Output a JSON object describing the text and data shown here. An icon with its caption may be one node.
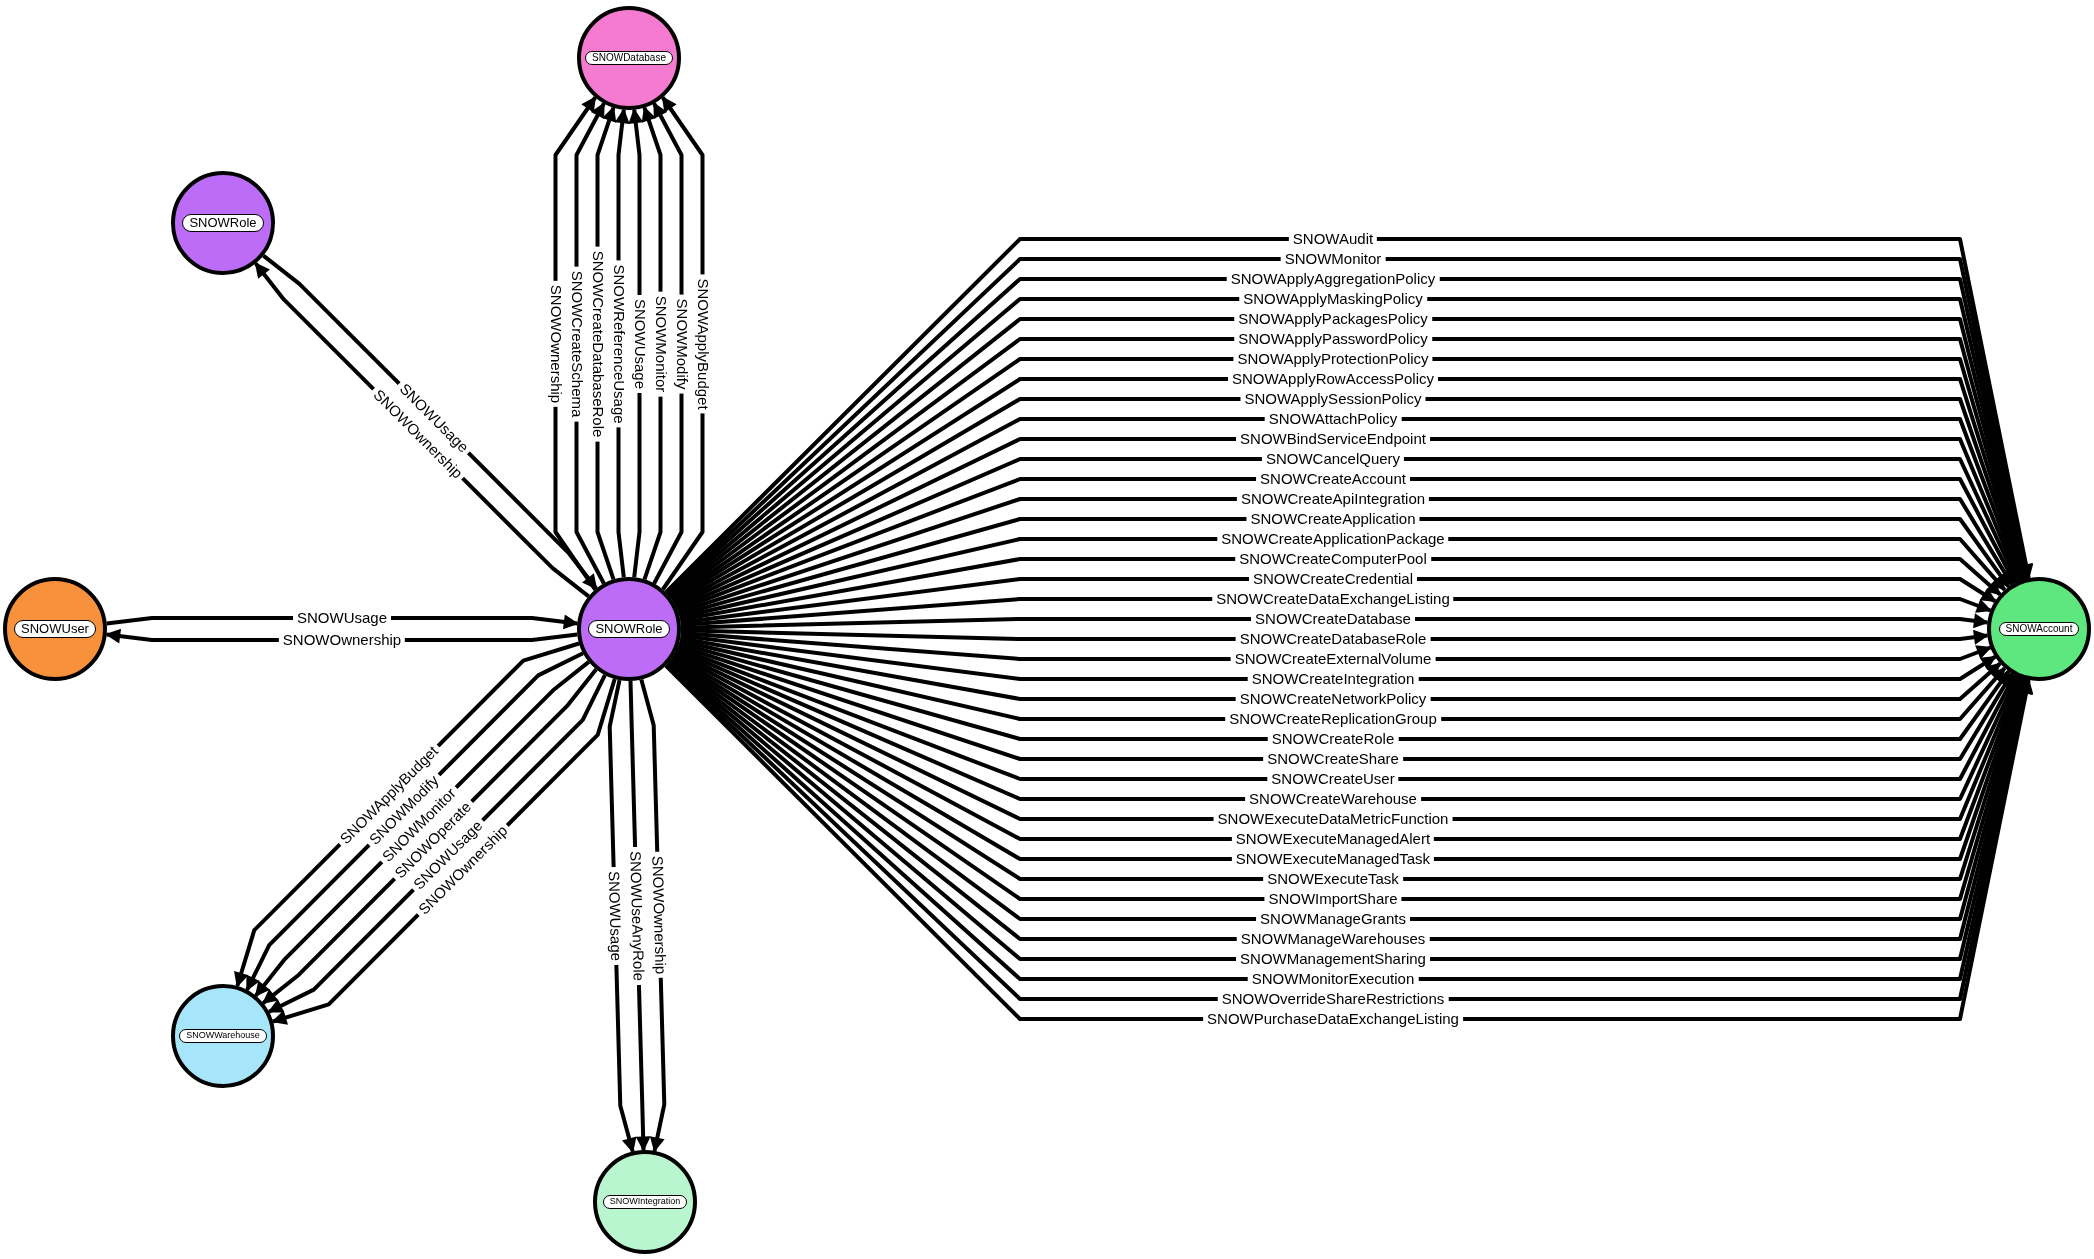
{
  "diagram": {
    "nodes": [
      {
        "text": [
          "SNOWDatabase"
        ]
      },
      {
        "text": [
          "SNOWRole"
        ]
      },
      {
        "text": [
          "SNOWUser"
        ]
      },
      {
        "text": [
          "SNOWRole"
        ]
      },
      {
        "text": [
          "SNOWAccount"
        ]
      },
      {
        "text": [
          "SNOWWarehouse"
        ]
      },
      {
        "text": [
          "SNOWIntegration"
        ]
      }
    ],
    "edges": [
      {
        "from": 1,
        "to": 3,
        "arrow": "to",
        "label": "SNOWUsage"
      },
      {
        "from": 3,
        "to": 1,
        "arrow": "to",
        "label": "SNOWOwnership"
      },
      {
        "from": 3,
        "to": 0,
        "arrow": "to",
        "label": "SNOWOwnership"
      },
      {
        "from": 3,
        "to": 0,
        "arrow": "to",
        "label": "SNOWCreateSchema"
      },
      {
        "from": 3,
        "to": 0,
        "arrow": "to",
        "label": "SNOWCreateDatabaseRole"
      },
      {
        "from": 3,
        "to": 0,
        "arrow": "to",
        "label": "SNOWReferenceUsage"
      },
      {
        "from": 3,
        "to": 0,
        "arrow": "to",
        "label": "SNOWUsage"
      },
      {
        "from": 3,
        "to": 0,
        "arrow": "to",
        "label": "SNOWMonitor"
      },
      {
        "from": 3,
        "to": 0,
        "arrow": "to",
        "label": "SNOWModify"
      },
      {
        "from": 3,
        "to": 0,
        "arrow": "to",
        "label": "SNOWApplyBudget"
      },
      {
        "from": 2,
        "to": 3,
        "arrow": "to",
        "label": "SNOWUsage"
      },
      {
        "from": 3,
        "to": 2,
        "arrow": "to",
        "label": "SNOWOwnership"
      },
      {
        "from": 3,
        "to": 4,
        "arrow": "to",
        "label": "SNOWAudit"
      },
      {
        "from": 3,
        "to": 4,
        "arrow": "to",
        "label": "SNOWMonitor"
      },
      {
        "from": 3,
        "to": 4,
        "arrow": "to",
        "label": "SNOWApplyAggregationPolicy"
      },
      {
        "from": 3,
        "to": 4,
        "arrow": "to",
        "label": "SNOWApplyMaskingPolicy"
      },
      {
        "from": 3,
        "to": 4,
        "arrow": "to",
        "label": "SNOWApplyPackagesPolicy"
      },
      {
        "from": 3,
        "to": 4,
        "arrow": "to",
        "label": "SNOWApplyPasswordPolicy"
      },
      {
        "from": 3,
        "to": 4,
        "arrow": "to",
        "label": "SNOWApplyProtectionPolicy"
      },
      {
        "from": 3,
        "to": 4,
        "arrow": "to",
        "label": "SNOWApplyRowAccessPolicy"
      },
      {
        "from": 3,
        "to": 4,
        "arrow": "to",
        "label": "SNOWApplySessionPolicy"
      },
      {
        "from": 3,
        "to": 4,
        "arrow": "to",
        "label": "SNOWAttachPolicy"
      },
      {
        "from": 3,
        "to": 4,
        "arrow": "to",
        "label": "SNOWBindServiceEndpoint"
      },
      {
        "from": 3,
        "to": 4,
        "arrow": "to",
        "label": "SNOWCancelQuery"
      },
      {
        "from": 3,
        "to": 4,
        "arrow": "to",
        "label": "SNOWCreateAccount"
      },
      {
        "from": 3,
        "to": 4,
        "arrow": "to",
        "label": "SNOWCreateApiIntegration"
      },
      {
        "from": 3,
        "to": 4,
        "arrow": "to",
        "label": "SNOWCreateApplication"
      },
      {
        "from": 3,
        "to": 4,
        "arrow": "to",
        "label": "SNOWCreateApplicationPackage"
      },
      {
        "from": 3,
        "to": 4,
        "arrow": "to",
        "label": "SNOWCreateComputerPool"
      },
      {
        "from": 3,
        "to": 4,
        "arrow": "to",
        "label": "SNOWCreateCredential"
      },
      {
        "from": 3,
        "to": 4,
        "arrow": "to",
        "label": "SNOWCreateDataExchangeListing"
      },
      {
        "from": 3,
        "to": 4,
        "arrow": "to",
        "label": "SNOWCreateDatabase"
      },
      {
        "from": 3,
        "to": 4,
        "arrow": "to",
        "label": "SNOWCreateDatabaseRole"
      },
      {
        "from": 3,
        "to": 4,
        "arrow": "to",
        "label": "SNOWCreateExternalVolume"
      },
      {
        "from": 3,
        "to": 4,
        "arrow": "to",
        "label": "SNOWCreateIntegration"
      },
      {
        "from": 3,
        "to": 4,
        "arrow": "to",
        "label": "SNOWCreateNetworkPolicy"
      },
      {
        "from": 3,
        "to": 4,
        "arrow": "to",
        "label": "SNOWCreateReplicationGroup"
      },
      {
        "from": 3,
        "to": 4,
        "arrow": "to",
        "label": "SNOWCreateRole"
      },
      {
        "from": 3,
        "to": 4,
        "arrow": "to",
        "label": "SNOWCreateShare"
      },
      {
        "from": 3,
        "to": 4,
        "arrow": "to",
        "label": "SNOWCreateUser"
      },
      {
        "from": 3,
        "to": 4,
        "arrow": "to",
        "label": "SNOWCreateWarehouse"
      },
      {
        "from": 3,
        "to": 4,
        "arrow": "to",
        "label": "SNOWExecuteDataMetricFunction"
      },
      {
        "from": 3,
        "to": 4,
        "arrow": "to",
        "label": "SNOWExecuteManagedAlert"
      },
      {
        "from": 3,
        "to": 4,
        "arrow": "to",
        "label": "SNOWExecuteManagedTask"
      },
      {
        "from": 3,
        "to": 4,
        "arrow": "to",
        "label": "SNOWExecuteTask"
      },
      {
        "from": 3,
        "to": 4,
        "arrow": "to",
        "label": "SNOWImportShare"
      },
      {
        "from": 3,
        "to": 4,
        "arrow": "to",
        "label": "SNOWManageGrants"
      },
      {
        "from": 3,
        "to": 4,
        "arrow": "to",
        "label": "SNOWManageWarehouses"
      },
      {
        "from": 3,
        "to": 4,
        "arrow": "to",
        "label": "SNOWManagementSharing"
      },
      {
        "from": 3,
        "to": 4,
        "arrow": "to",
        "label": "SNOWMonitorExecution"
      },
      {
        "from": 3,
        "to": 4,
        "arrow": "to",
        "label": "SNOWOverrideShareRestrictions"
      },
      {
        "from": 3,
        "to": 4,
        "arrow": "to",
        "label": "SNOWPurchaseDataExchangeListing"
      },
      {
        "from": 3,
        "to": 5,
        "arrow": "to",
        "label": "SNOWApplyBudget"
      },
      {
        "from": 3,
        "to": 5,
        "arrow": "to",
        "label": "SNOWModify"
      },
      {
        "from": 3,
        "to": 5,
        "arrow": "to",
        "label": "SNOWMonitor"
      },
      {
        "from": 3,
        "to": 5,
        "arrow": "to",
        "label": "SNOWOperate"
      },
      {
        "from": 3,
        "to": 5,
        "arrow": "to",
        "label": "SNOWUsage"
      },
      {
        "from": 3,
        "to": 5,
        "arrow": "to",
        "label": "SNOWOwnership"
      },
      {
        "from": 3,
        "to": 6,
        "arrow": "to",
        "label": "SNOWUsage"
      },
      {
        "from": 3,
        "to": 6,
        "arrow": "to",
        "label": "SNOWUseAnyRole"
      },
      {
        "from": 3,
        "to": 6,
        "arrow": "to",
        "label": "SNOWOwnership"
      }
    ]
  }
}
